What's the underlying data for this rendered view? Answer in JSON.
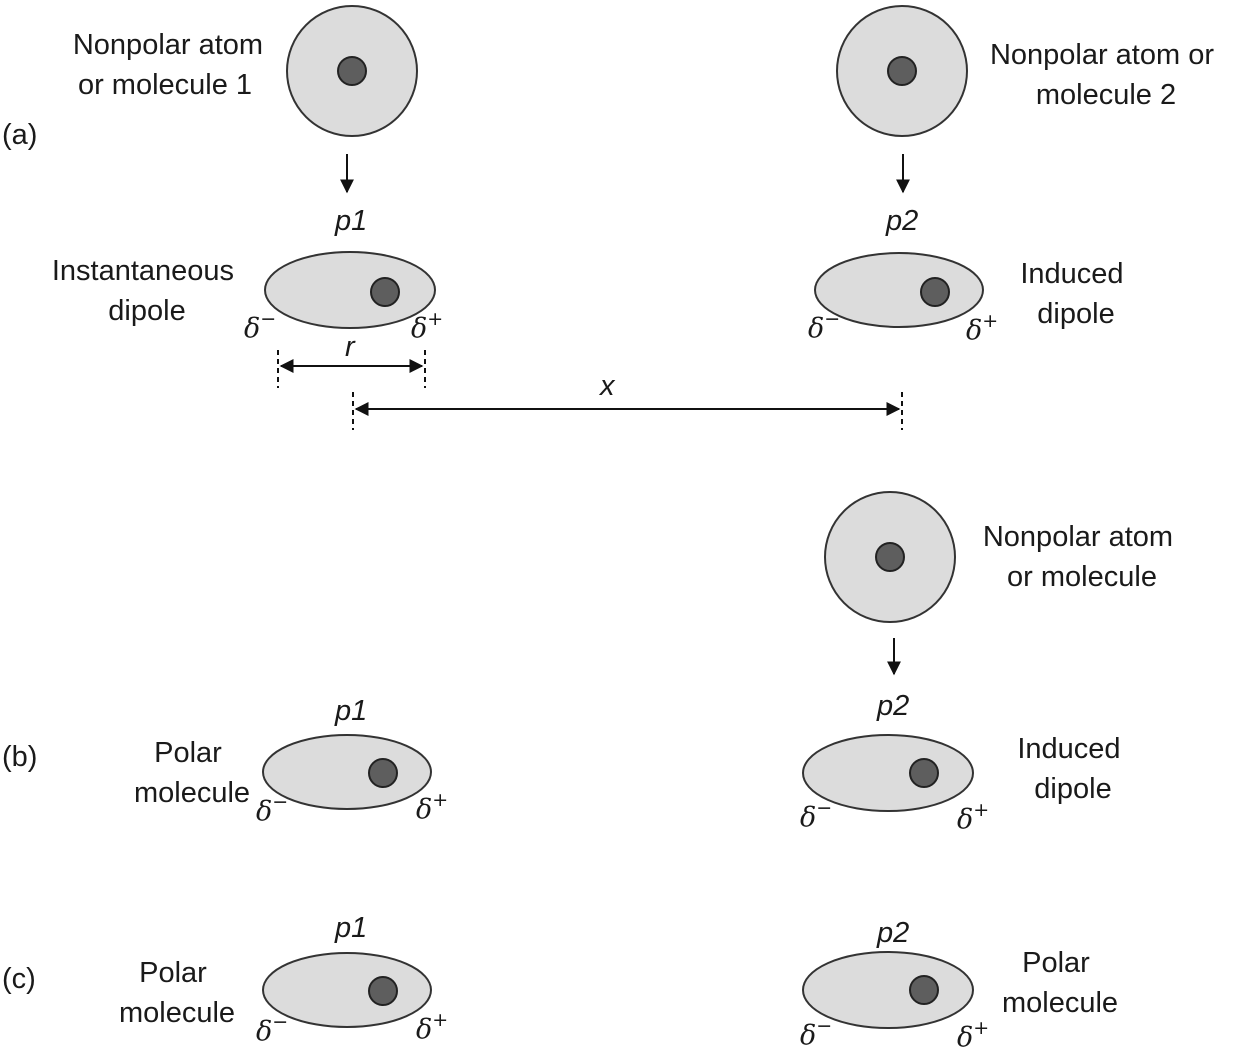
{
  "panels": {
    "a": {
      "label": "(a)",
      "atom1": [
        "Nonpolar atom",
        "or molecule 1"
      ],
      "atom2": [
        "Nonpolar atom or",
        "molecule 2"
      ],
      "p1": "p1",
      "p2": "p2",
      "dipole1": [
        "Instantaneous",
        "dipole"
      ],
      "dipole2": [
        "Induced",
        "dipole"
      ],
      "r": "r",
      "x": "x"
    },
    "b": {
      "label": "(b)",
      "atom": [
        "Nonpolar atom",
        "or molecule"
      ],
      "p1": "p1",
      "p2": "p2",
      "molecule1": [
        "Polar",
        "molecule"
      ],
      "dipole2": [
        "Induced",
        "dipole"
      ]
    },
    "c": {
      "label": "(c)",
      "p1": "p1",
      "p2": "p2",
      "molecule1": [
        "Polar",
        "molecule"
      ],
      "molecule2": [
        "Polar",
        "molecule"
      ]
    }
  },
  "charges": {
    "delta": "δ",
    "minus": "−",
    "plus": "+"
  }
}
